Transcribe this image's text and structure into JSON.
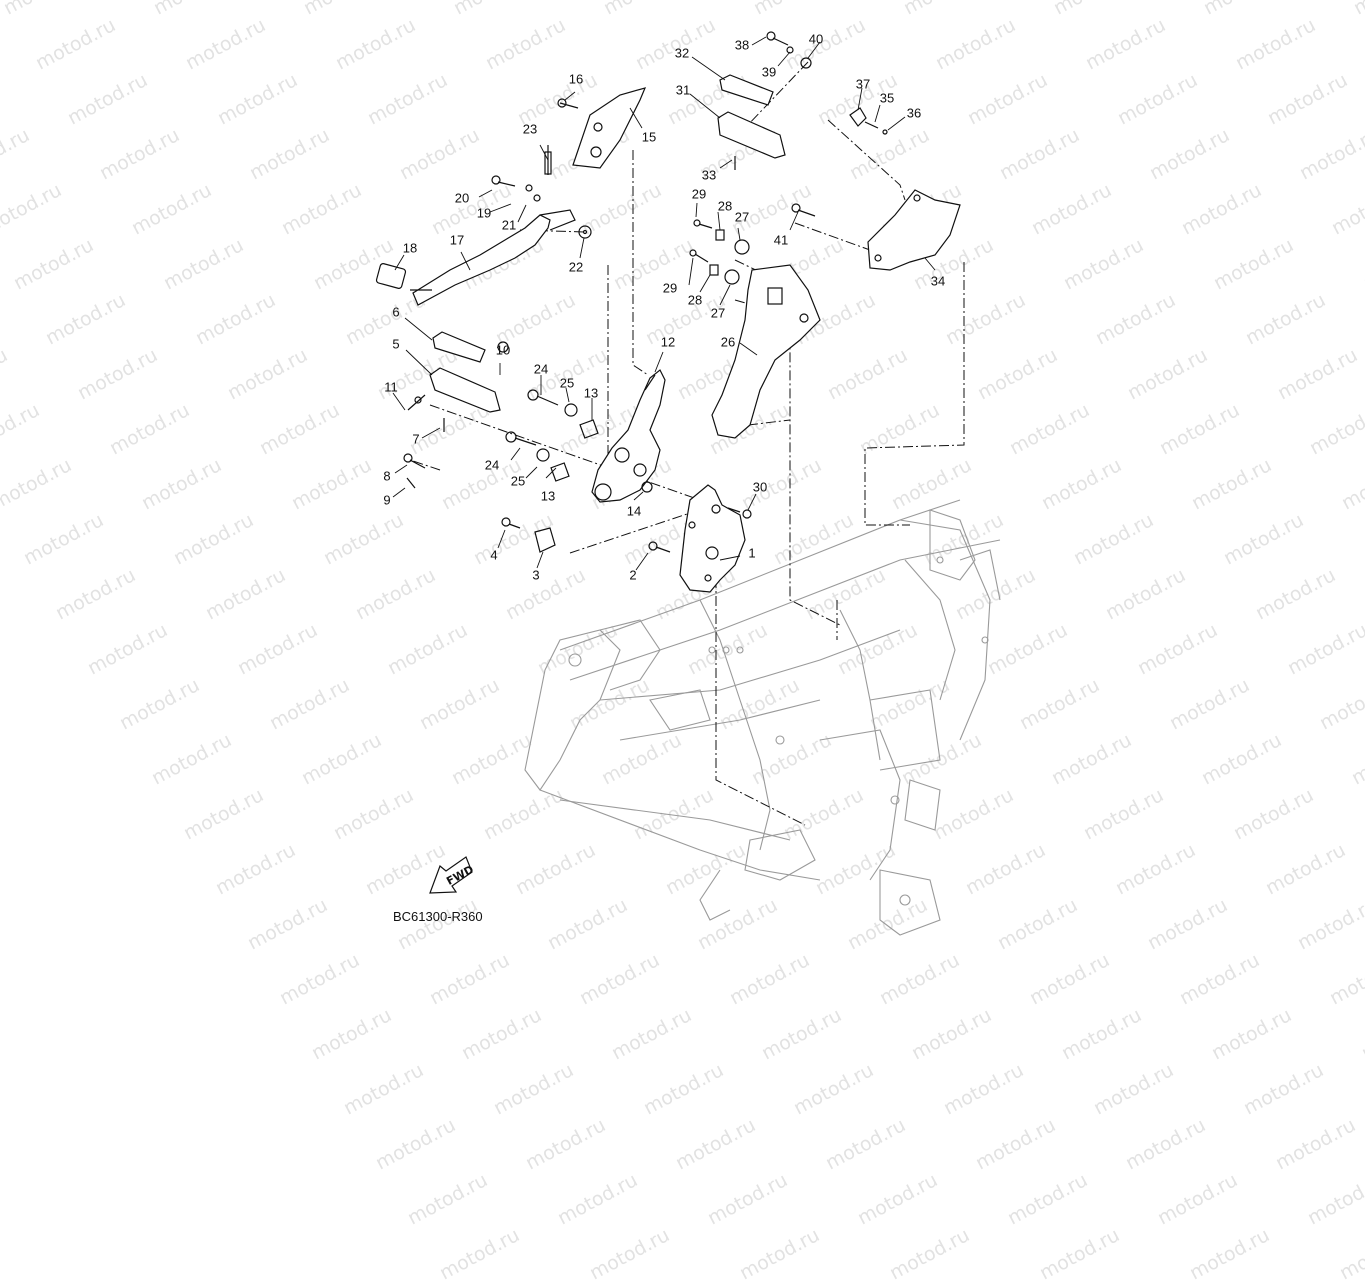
{
  "watermark": {
    "text": "motod.ru",
    "color": "#e2e2e2"
  },
  "diagram": {
    "code": "BC61300-R360",
    "fwd_arrow_label": "FWD",
    "line_color": "#111111",
    "frame_line_color": "#9a9a9a"
  },
  "callouts": [
    {
      "id": "c1",
      "label": "1"
    },
    {
      "id": "c2",
      "label": "2"
    },
    {
      "id": "c3",
      "label": "3"
    },
    {
      "id": "c4",
      "label": "4"
    },
    {
      "id": "c5",
      "label": "5"
    },
    {
      "id": "c6",
      "label": "6"
    },
    {
      "id": "c7",
      "label": "7"
    },
    {
      "id": "c8",
      "label": "8"
    },
    {
      "id": "c9",
      "label": "9"
    },
    {
      "id": "c10",
      "label": "10"
    },
    {
      "id": "c11",
      "label": "11"
    },
    {
      "id": "c12",
      "label": "12"
    },
    {
      "id": "c13a",
      "label": "13"
    },
    {
      "id": "c13b",
      "label": "13"
    },
    {
      "id": "c14",
      "label": "14"
    },
    {
      "id": "c15",
      "label": "15"
    },
    {
      "id": "c16",
      "label": "16"
    },
    {
      "id": "c17",
      "label": "17"
    },
    {
      "id": "c18",
      "label": "18"
    },
    {
      "id": "c19",
      "label": "19"
    },
    {
      "id": "c20",
      "label": "20"
    },
    {
      "id": "c21",
      "label": "21"
    },
    {
      "id": "c22",
      "label": "22"
    },
    {
      "id": "c23",
      "label": "23"
    },
    {
      "id": "c24a",
      "label": "24"
    },
    {
      "id": "c24b",
      "label": "24"
    },
    {
      "id": "c25a",
      "label": "25"
    },
    {
      "id": "c25b",
      "label": "25"
    },
    {
      "id": "c26",
      "label": "26"
    },
    {
      "id": "c27a",
      "label": "27"
    },
    {
      "id": "c27b",
      "label": "27"
    },
    {
      "id": "c28a",
      "label": "28"
    },
    {
      "id": "c28b",
      "label": "28"
    },
    {
      "id": "c29a",
      "label": "29"
    },
    {
      "id": "c29b",
      "label": "29"
    },
    {
      "id": "c30",
      "label": "30"
    },
    {
      "id": "c31",
      "label": "31"
    },
    {
      "id": "c32",
      "label": "32"
    },
    {
      "id": "c33",
      "label": "33"
    },
    {
      "id": "c34",
      "label": "34"
    },
    {
      "id": "c35",
      "label": "35"
    },
    {
      "id": "c36",
      "label": "36"
    },
    {
      "id": "c37",
      "label": "37"
    },
    {
      "id": "c38",
      "label": "38"
    },
    {
      "id": "c39",
      "label": "39"
    },
    {
      "id": "c40",
      "label": "40"
    },
    {
      "id": "c41",
      "label": "41"
    }
  ]
}
